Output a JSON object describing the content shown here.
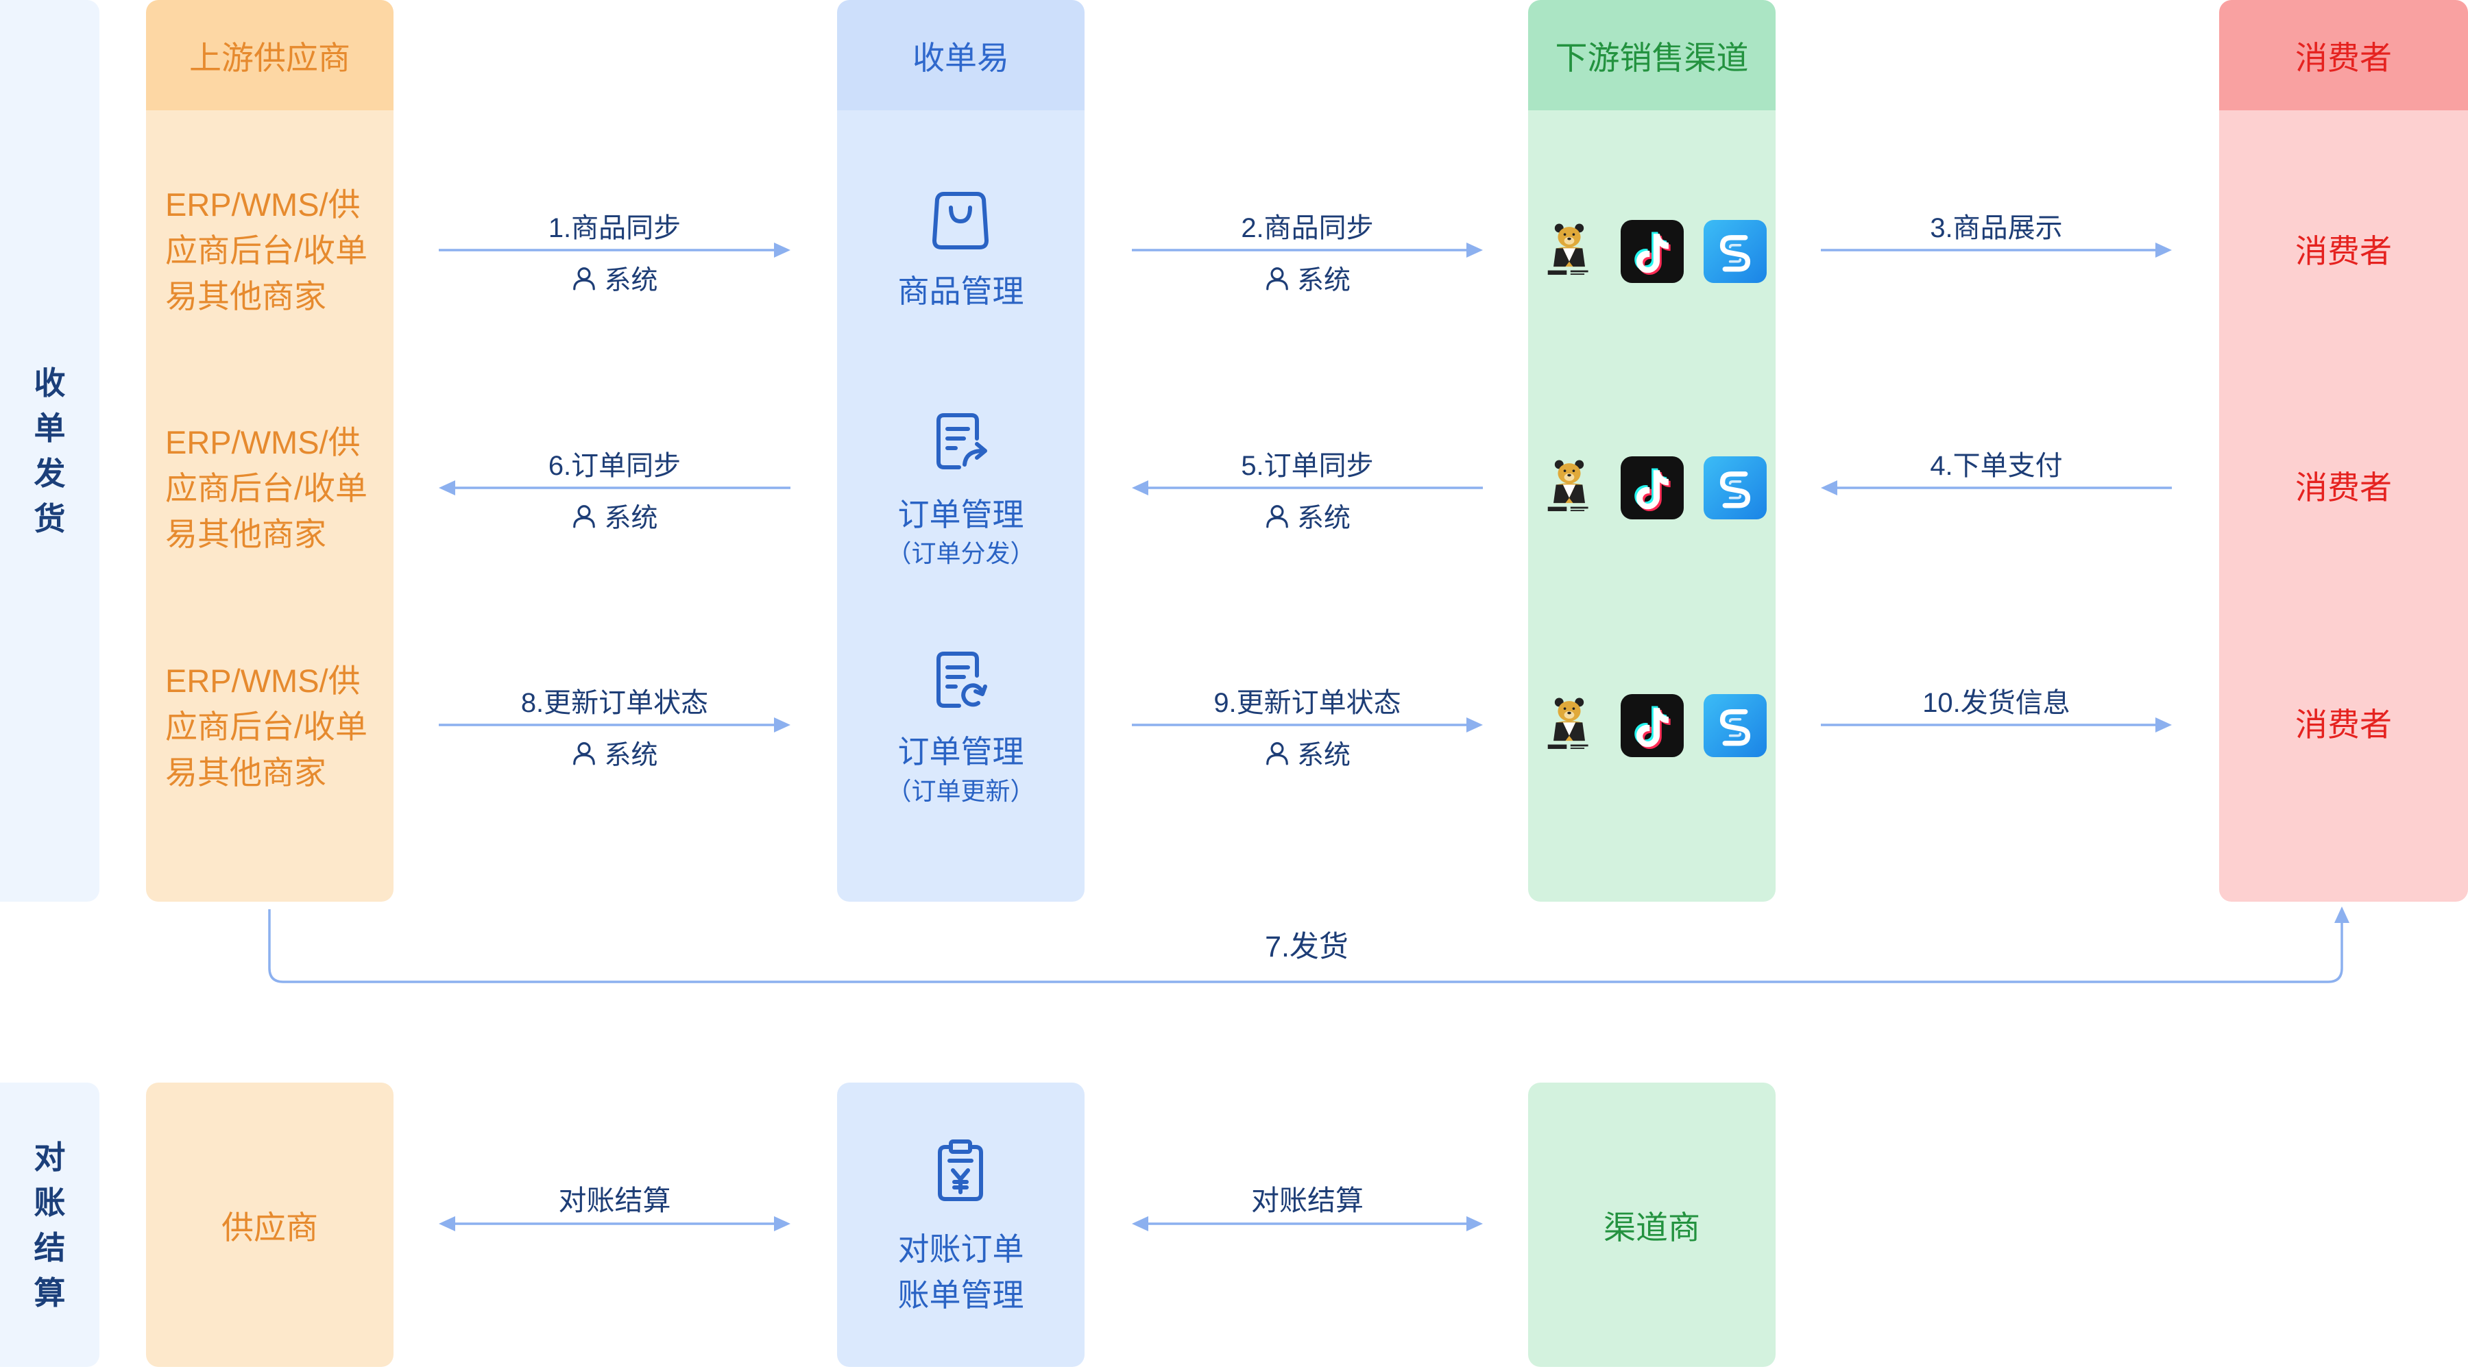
{
  "sections": {
    "fulfillment_label": "收单发货",
    "settlement_label": "对账结算"
  },
  "headers": {
    "upstream": "上游供应商",
    "platform": "收单易",
    "downstream": "下游销售渠道",
    "consumer": "消费者"
  },
  "rows": [
    {
      "upstream_lines": [
        "ERP/WMS/供",
        "应商后台/收单",
        "易其他商家"
      ],
      "flow_upstream": {
        "label": "1.商品同步",
        "actor": "系统"
      },
      "platform": {
        "label": "商品管理",
        "icon": "shopping-bag-icon"
      },
      "flow_downstream": {
        "label": "2.商品同步",
        "actor": "系统"
      },
      "channels": [
        "expert-bear-logo",
        "tiktok-icon",
        "s-app-icon"
      ],
      "flow_consumer": {
        "label": "3.商品展示"
      },
      "consumer": "消费者"
    },
    {
      "upstream_lines": [
        "ERP/WMS/供",
        "应商后台/收单",
        "易其他商家"
      ],
      "flow_upstream": {
        "label": "6.订单同步",
        "actor": "系统"
      },
      "platform": {
        "label": "订单管理",
        "sublabel": "（订单分发）",
        "icon": "order-dispatch-icon"
      },
      "flow_downstream": {
        "label": "5.订单同步",
        "actor": "系统"
      },
      "channels": [
        "expert-bear-logo",
        "tiktok-icon",
        "s-app-icon"
      ],
      "flow_consumer": {
        "label": "4.下单支付"
      },
      "consumer": "消费者"
    },
    {
      "upstream_lines": [
        "ERP/WMS/供",
        "应商后台/收单",
        "易其他商家"
      ],
      "flow_upstream": {
        "label": "8.更新订单状态",
        "actor": "系统"
      },
      "platform": {
        "label": "订单管理",
        "sublabel": "（订单更新）",
        "icon": "order-update-icon"
      },
      "flow_downstream": {
        "label": "9.更新订单状态",
        "actor": "系统"
      },
      "channels": [
        "expert-bear-logo",
        "tiktok-icon",
        "s-app-icon"
      ],
      "flow_consumer": {
        "label": "10.发货信息"
      },
      "consumer": "消费者"
    }
  ],
  "shipping": {
    "label": "7.发货"
  },
  "settlement": {
    "upstream": "供应商",
    "flow_upstream": {
      "label": "对账结算"
    },
    "platform_icon": "clipboard-yen-icon",
    "platform_lines": [
      "对账订单",
      "账单管理"
    ],
    "flow_downstream": {
      "label": "对账结算"
    },
    "downstream": "渠道商"
  },
  "colors": {
    "upstream": "#e68a2e",
    "platform": "#2a63c4",
    "downstream": "#23923f",
    "consumer": "#e5221f",
    "arrow": "#8cb0ef",
    "flow_text": "#1d3d76",
    "section_text": "#1b3f7a"
  }
}
